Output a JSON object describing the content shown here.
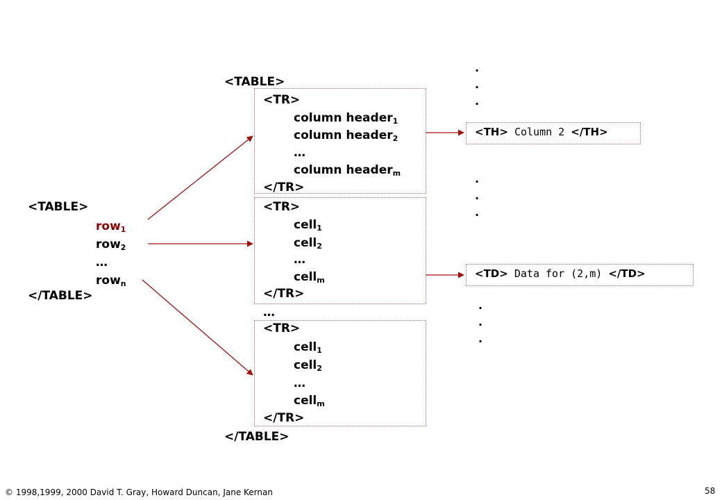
{
  "outer": {
    "open": "<TABLE>",
    "close": "</TABLE>",
    "rows": [
      "row",
      "row",
      "…",
      "row"
    ],
    "row_subs": [
      "1",
      "2",
      "",
      "n"
    ]
  },
  "inner": {
    "open": "<TABLE>",
    "close": "</TABLE>",
    "tr_open": "<TR>",
    "tr_close": "</TR>",
    "header_rows": [
      "column header",
      "column header",
      "…",
      "column header"
    ],
    "header_subs": [
      "1",
      "2",
      "",
      "m"
    ],
    "cell_rows": [
      "cell",
      "cell",
      "…",
      "cell"
    ],
    "cell_subs": [
      "1",
      "2",
      "",
      "m"
    ],
    "between_ellipsis": "…"
  },
  "detail": {
    "th_open": "<TH>",
    "th_text": "Column 2",
    "th_close": "</TH>",
    "td_open": "<TD>",
    "td_text": "Data for (2,m)",
    "td_close": "</TD>"
  },
  "dots": ".",
  "footer": {
    "copyright": "© 1998,1999, 2000 David T. Gray, Howard Duncan, Jane Kernan",
    "page": "58"
  },
  "colors": {
    "arrow": "#a01010",
    "highlight": "#8b0000",
    "box_border": "#b07070"
  }
}
